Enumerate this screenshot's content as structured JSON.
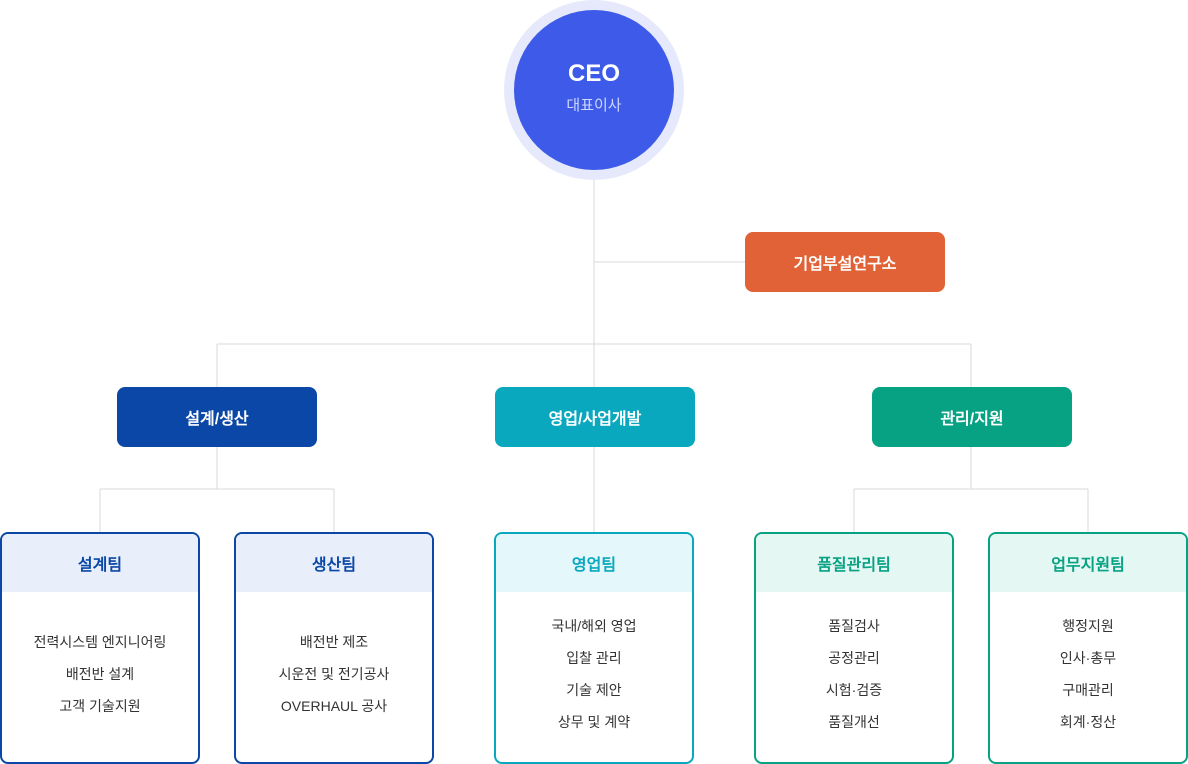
{
  "ceo": {
    "title": "CEO",
    "subtitle": "대표이사",
    "color": "#3d5be8"
  },
  "lab": {
    "label": "기업부설연구소",
    "color": "#e06236"
  },
  "divisions": [
    {
      "label": "설계/생산",
      "color": "#0b47a6"
    },
    {
      "label": "영업/사업개발",
      "color": "#0aa8be"
    },
    {
      "label": "관리/지원",
      "color": "#07a283"
    }
  ],
  "teams": [
    {
      "name": "설계팀",
      "color": "#0b47a6",
      "items": [
        "전력시스템 엔지니어링",
        "배전반 설계",
        "고객 기술지원"
      ]
    },
    {
      "name": "생산팀",
      "color": "#0b47a6",
      "items": [
        "배전반 제조",
        "시운전 및 전기공사",
        "OVERHAUL 공사"
      ]
    },
    {
      "name": "영업팀",
      "color": "#0aa8be",
      "items": [
        "국내/해외 영업",
        "입찰 관리",
        "기술 제안",
        "상무 및 계약"
      ]
    },
    {
      "name": "품질관리팀",
      "color": "#07a283",
      "items": [
        "품질검사",
        "공정관리",
        "시험·검증",
        "품질개선"
      ]
    },
    {
      "name": "업무지원팀",
      "color": "#07a283",
      "items": [
        "행정지원",
        "인사·총무",
        "구매관리",
        "회계·정산"
      ]
    }
  ]
}
